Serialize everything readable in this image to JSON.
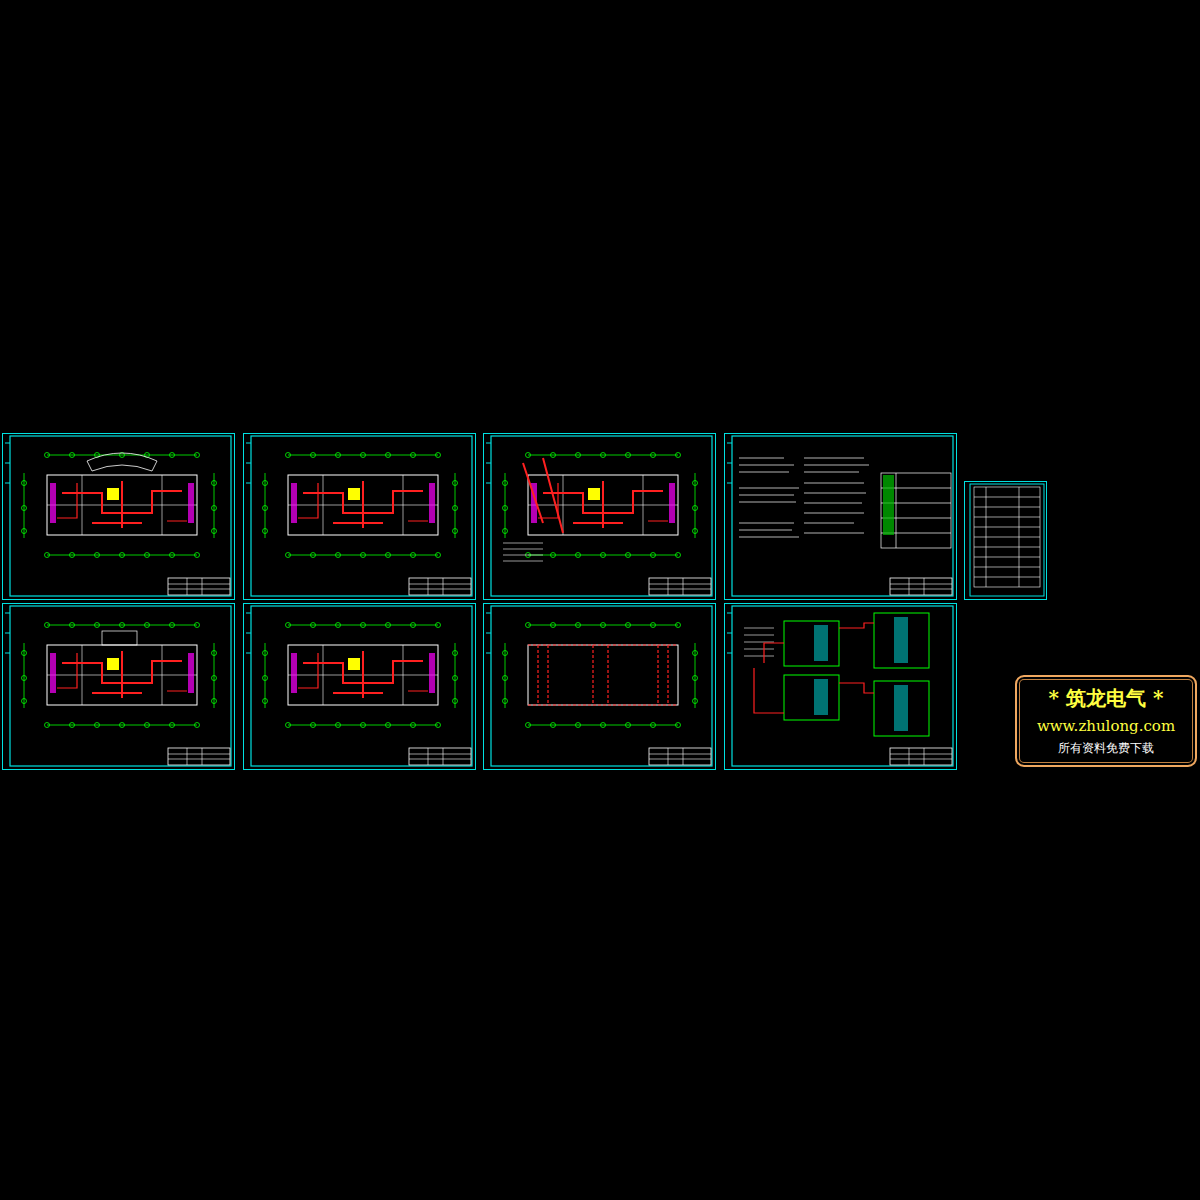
{
  "diagram": {
    "nodes": [
      {
        "text": [
          "* 筑龙电气 *",
          "www.zhulong.com",
          "所有资料免费下载"
        ]
      }
    ]
  }
}
